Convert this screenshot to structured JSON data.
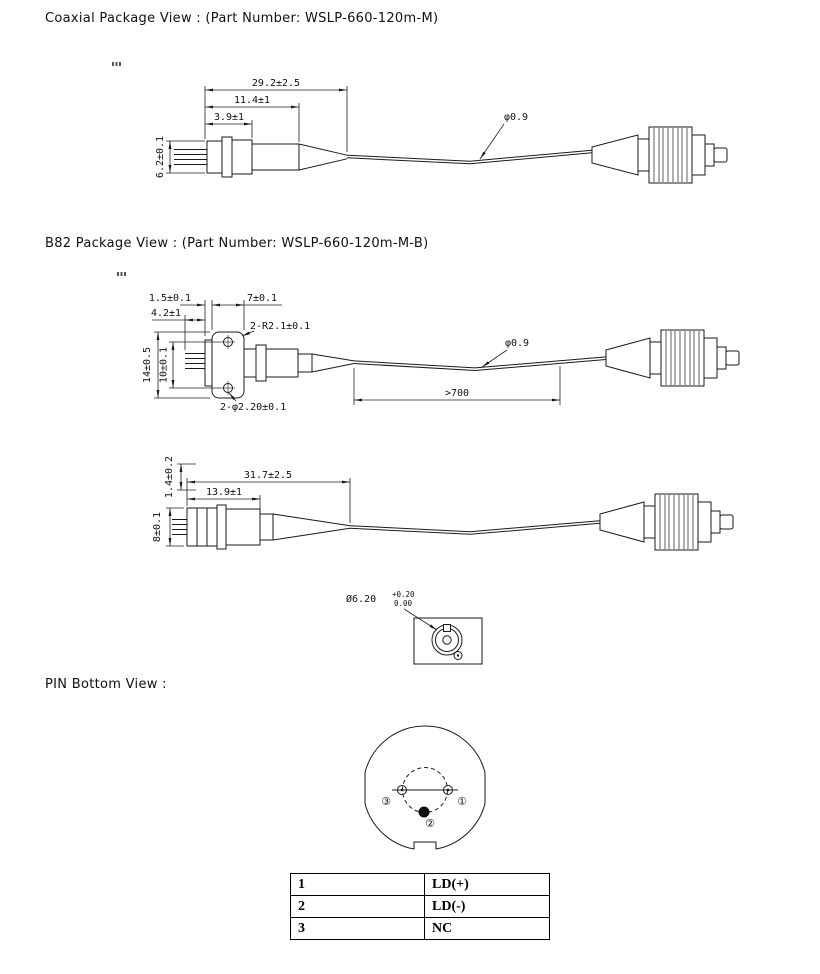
{
  "headings": {
    "coaxial": "Coaxial Package View : (Part Number: WSLP-660-120m-M)",
    "b82": "B82 Package View : (Part Number: WSLP-660-120m-M-B)",
    "pin_bottom": "PIN Bottom View :"
  },
  "coaxial_drawing": {
    "dim_overall_length": "29.2±2.5",
    "dim_mid_length": "11.4±1",
    "dim_front_length": "3.9±1",
    "dim_body_diameter": "6.2±0.1",
    "dim_fiber_diameter": "φ0.9"
  },
  "b82_top_drawing": {
    "dim_flange_thickness": "1.5±0.1",
    "dim_body_length": "7±0.1",
    "dim_pin_length": "4.2±1",
    "dim_corner_radius": "2-R2.1±0.1",
    "dim_flange_height": "14±0.5",
    "dim_hole_spacing": "10±0.1",
    "dim_mount_holes": "2-φ2.20±0.1",
    "dim_fiber_diameter": "φ0.9",
    "dim_fiber_length": ">700"
  },
  "b82_side_drawing": {
    "dim_step": "1.4±0.2",
    "dim_overall_length": "31.7±2.5",
    "dim_front_length": "13.9±1",
    "dim_body_height": "8±0.1"
  },
  "face_drawing": {
    "dim_diameter": "Ø6.20",
    "tolerance_upper": "+0.20",
    "tolerance_lower": "0.00"
  },
  "pin_diagram": {
    "pin1_label": "①",
    "pin2_label": "②",
    "pin3_label": "③"
  },
  "pin_table": {
    "rows": [
      {
        "pin": "1",
        "function": "LD(+)"
      },
      {
        "pin": "2",
        "function": "LD(-)"
      },
      {
        "pin": "3",
        "function": "NC"
      }
    ]
  }
}
